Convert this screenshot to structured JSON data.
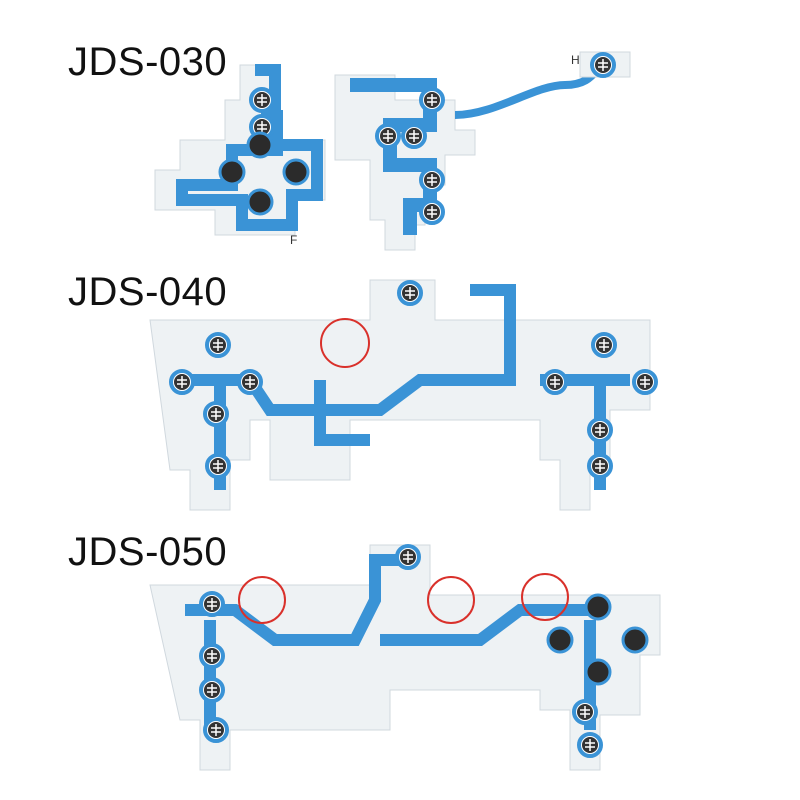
{
  "labels": {
    "model_1": "JDS-030",
    "model_2": "JDS-040",
    "model_3": "JDS-050"
  },
  "markings": {
    "h": "H",
    "f": "F"
  },
  "colors": {
    "trace_blue": "#3a93d6",
    "film": "#eef2f4",
    "highlight_circle": "#d9312b",
    "contact_dark": "#2b2b2b"
  }
}
